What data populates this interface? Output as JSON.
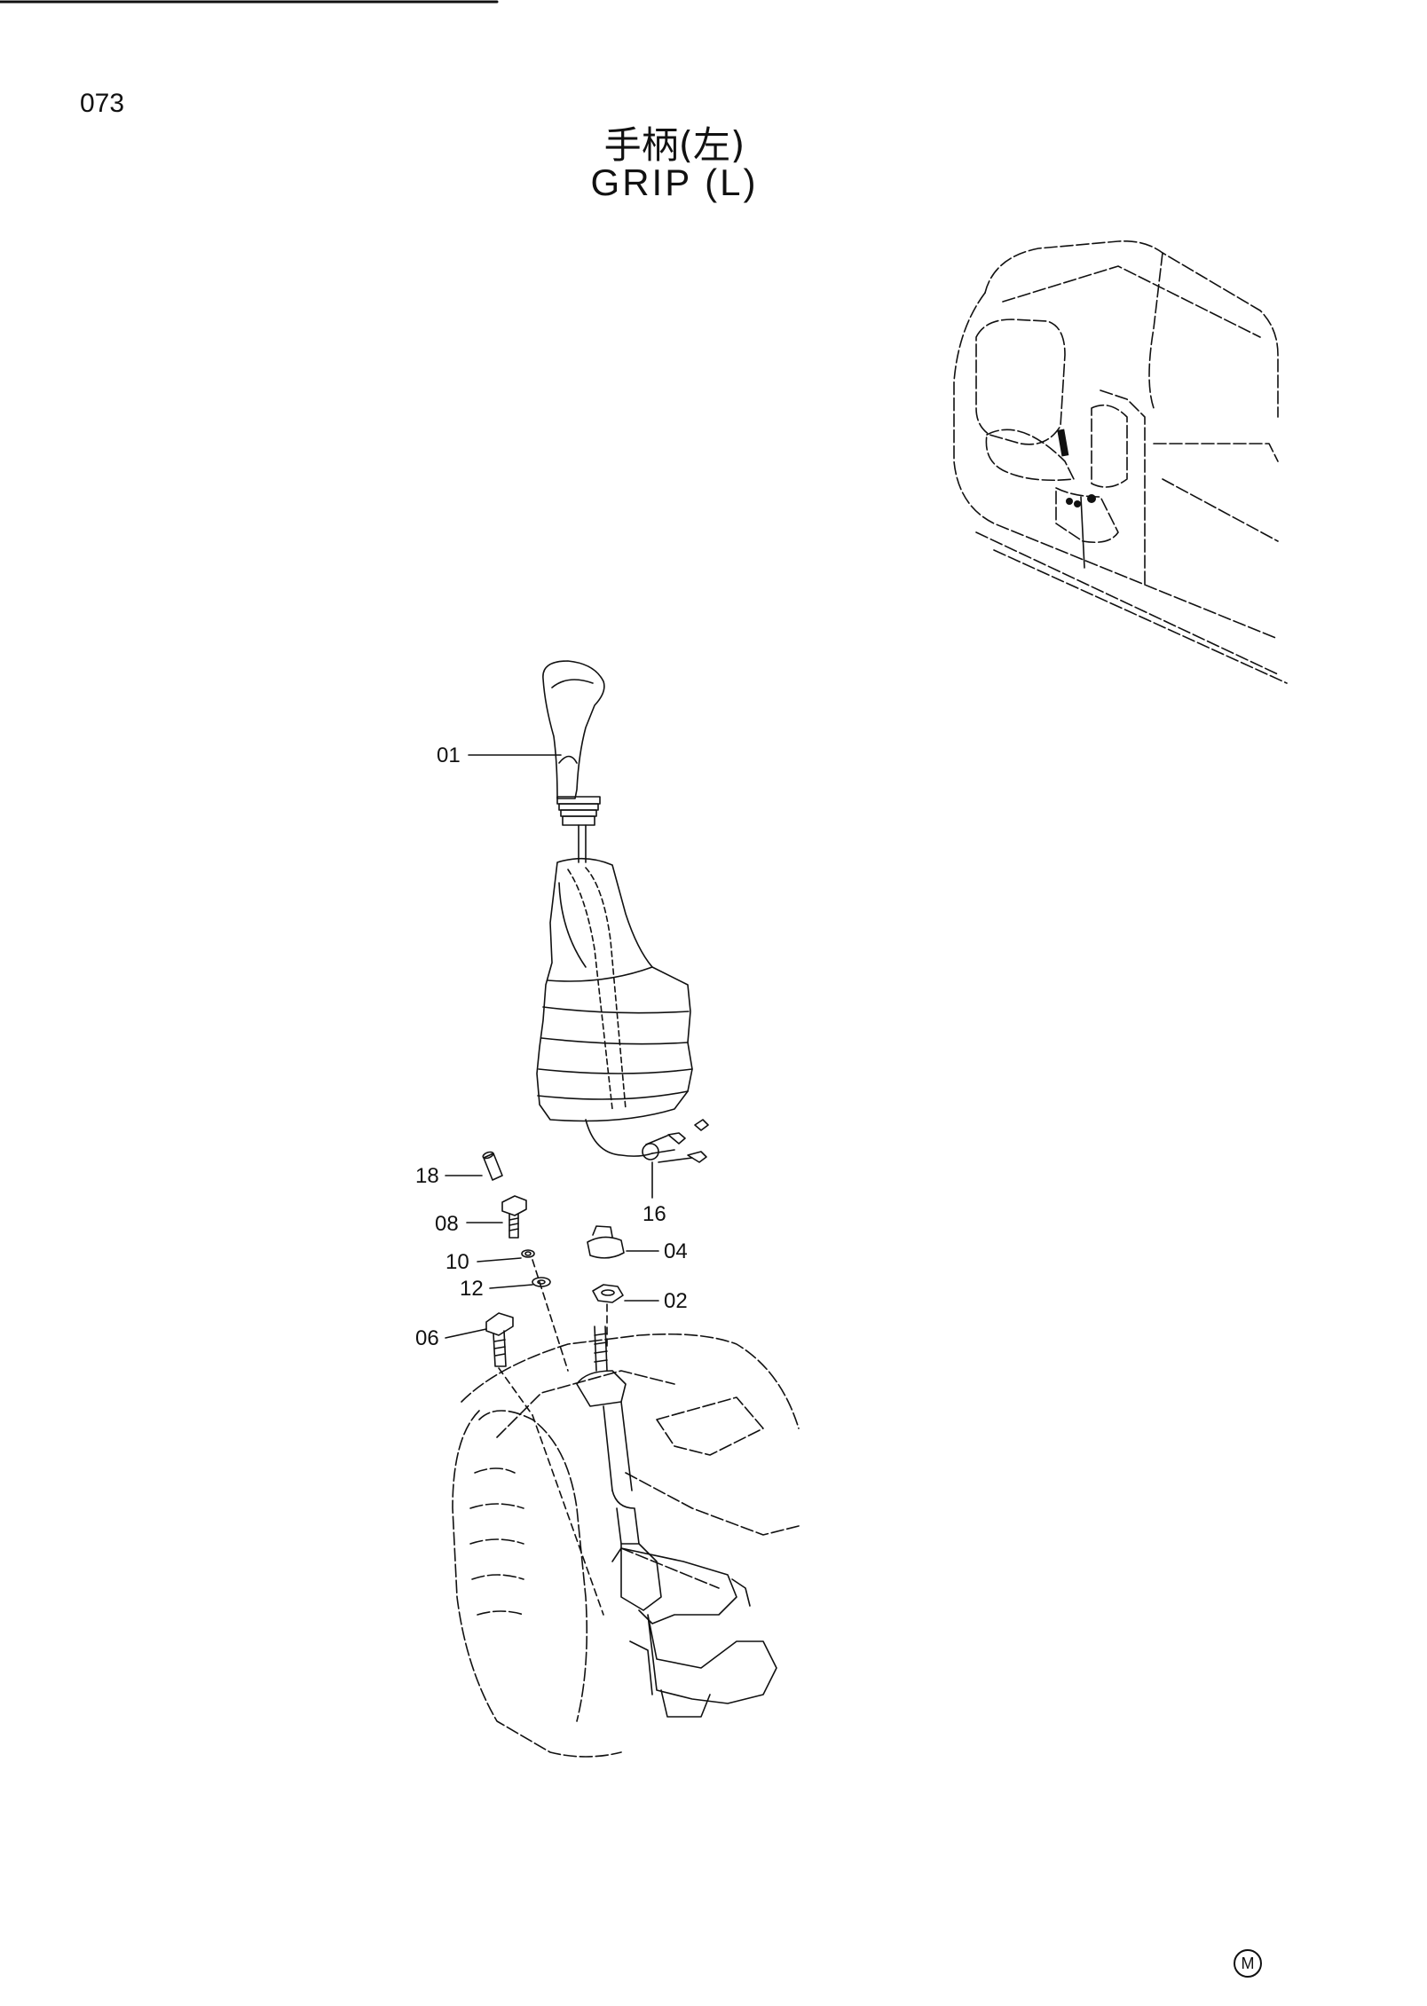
{
  "page": {
    "number": "073",
    "title_cn": "手柄(左)",
    "title_en": "GRIP  (L)",
    "mark": "M"
  },
  "parts": [
    {
      "id": "01",
      "name": "grip"
    },
    {
      "id": "02",
      "name": "nut"
    },
    {
      "id": "04",
      "name": "nut"
    },
    {
      "id": "06",
      "name": "bolt"
    },
    {
      "id": "08",
      "name": "bolt"
    },
    {
      "id": "10",
      "name": "washer"
    },
    {
      "id": "12",
      "name": "washer"
    },
    {
      "id": "16",
      "name": "clamp"
    },
    {
      "id": "18",
      "name": "pin"
    }
  ],
  "icons": [
    "cab-locator-icon",
    "grip-icon",
    "boot-icon",
    "console-icon",
    "pilot-valve-icon"
  ]
}
